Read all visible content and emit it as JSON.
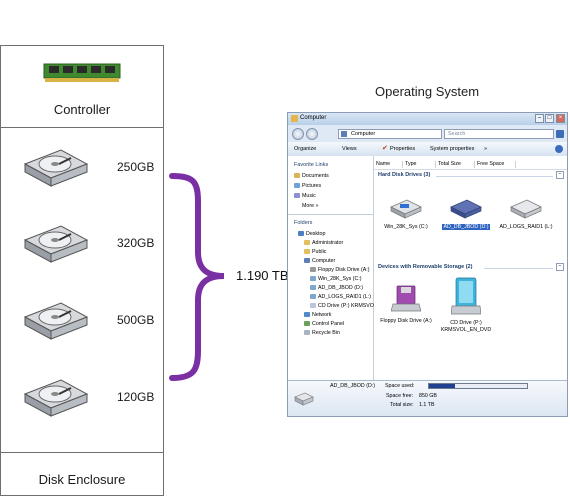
{
  "enclosure": {
    "controller_label": "Controller",
    "footer_label": "Disk Enclosure",
    "disks": [
      {
        "capacity": "250GB"
      },
      {
        "capacity": "320GB"
      },
      {
        "capacity": "500GB"
      },
      {
        "capacity": "120GB"
      }
    ]
  },
  "total_capacity": "1.190 TB",
  "os_title": "Operating System",
  "explorer": {
    "window_title": "Computer",
    "address": "Computer",
    "search_placeholder": "Search",
    "toolbar": [
      "Organize",
      "Views",
      "Properties",
      "System properties",
      "»"
    ],
    "left_pane": {
      "favorites_header": "Favorite Links",
      "favorites": [
        "Documents",
        "Pictures",
        "Music",
        "More »"
      ],
      "folders_header": "Folders",
      "folders": [
        "Desktop",
        "Administrator",
        "Public",
        "Computer",
        "Floppy Disk Drive (A:)",
        "Win_28K_Sys (C:)",
        "AD_DB_JBOD (D:)",
        "AD_LOGS_RAID1 (L:)",
        "CD Drive (P:) KRMSVOL_EN_DVD",
        "Network",
        "Control Panel",
        "Recycle Bin"
      ]
    },
    "columns": [
      "Name",
      "Type",
      "Total Size",
      "Free Space"
    ],
    "hard_disk_group": "Hard Disk Drives (3)",
    "hard_disks": [
      {
        "label": "Win_28K_Sys (C:)",
        "selected": false
      },
      {
        "label": "AD_DB_JBOD (D:)",
        "selected": true
      },
      {
        "label": "AD_LOGS_RAID1 (L:)",
        "selected": false
      }
    ],
    "removable_group": "Devices with Removable Storage (2)",
    "removable": [
      {
        "label": "Floppy Disk Drive (A:)"
      },
      {
        "label": "CD Drive (P:) KRMSVOL_EN_DVD"
      }
    ],
    "details": {
      "drive_name": "AD_DB_JBOD (D:)",
      "space_used_label": "Space used:",
      "space_free_label": "Space free:",
      "space_free": "850 GB",
      "total_size_label": "Total size:",
      "total_size": "1.1 TB",
      "used_fraction": 0.27
    }
  }
}
